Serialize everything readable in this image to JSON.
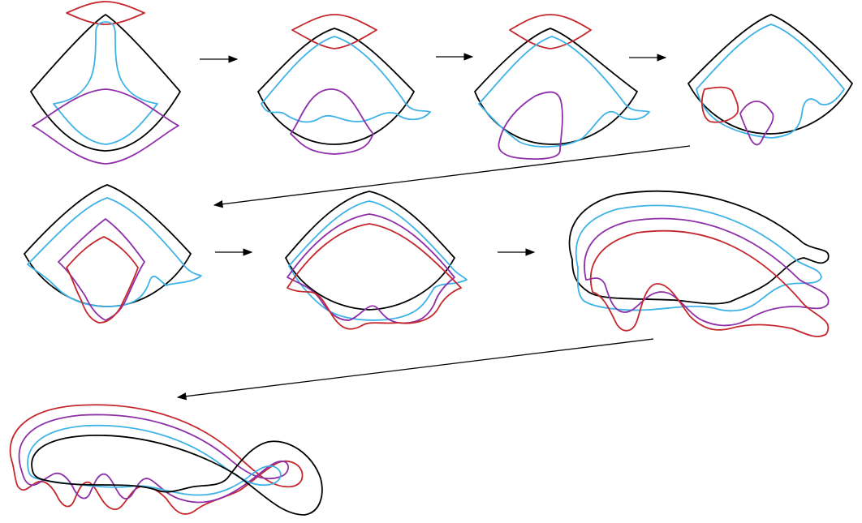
{
  "colors": {
    "black": "#000000",
    "blue": "#3fb3e6",
    "purple": "#8e2fa8",
    "red": "#c4282d",
    "background": "#ffffff"
  },
  "diagram": {
    "panel_count": 8,
    "arrow_count": 7,
    "strand_colors": [
      "black",
      "blue",
      "purple",
      "red"
    ]
  }
}
